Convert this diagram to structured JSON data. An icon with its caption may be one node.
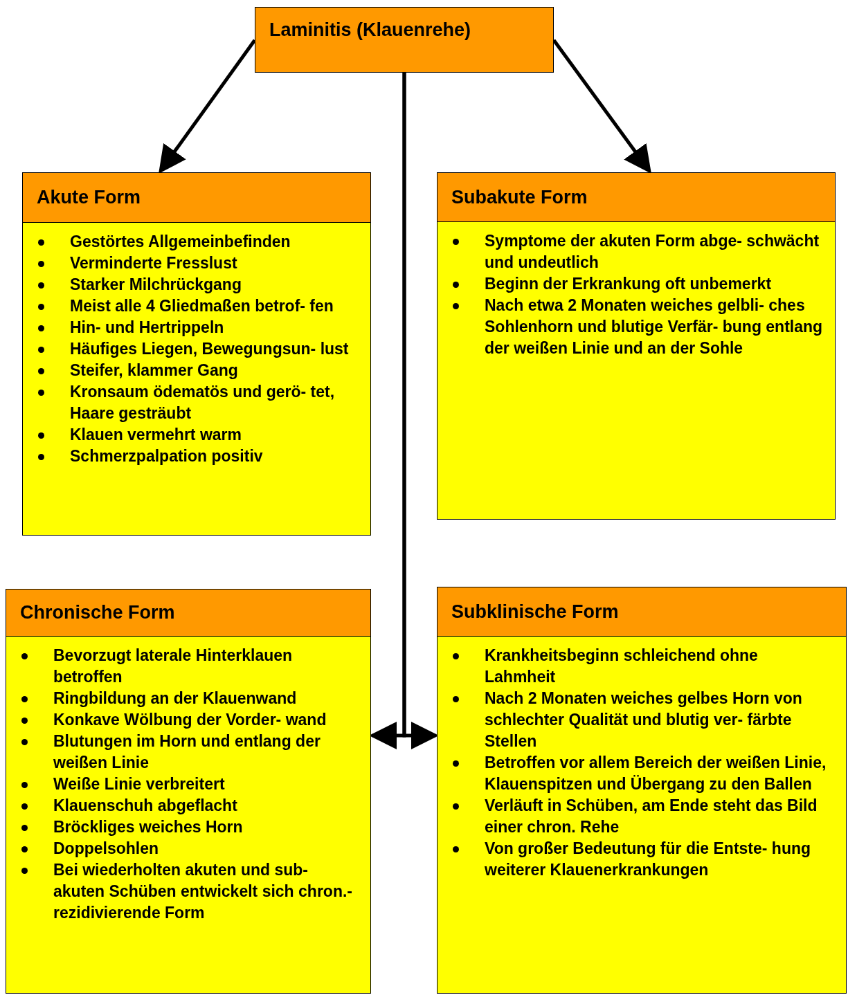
{
  "diagram": {
    "nodes": [
      {
        "text": [
          "Laminitis (Klauenrehe)"
        ]
      },
      {
        "text": [
          "Akute Form",
          "Gestörtes Allgemeinbefinden",
          "Verminderte Fresslust",
          "Starker Milchrückgang",
          "Meist alle 4 Gliedmaßen betrof- fen",
          "Hin- und Hertrippeln",
          "Häufiges Liegen, Bewegungsun- lust",
          "Steifer, klammer Gang",
          "Kronsaum ödematös und gerö- tet, Haare gesträubt",
          "Klauen vermehrt warm",
          "Schmerzpalpation positiv"
        ]
      },
      {
        "text": [
          "Subakute Form",
          "Symptome der akuten Form abge- schwächt und undeutlich",
          "Beginn der Erkrankung oft unbemerkt",
          "Nach etwa 2 Monaten weiches gelbli- ches Sohlenhorn und blutige Verfär- bung entlang der weißen Linie und an der Sohle"
        ]
      },
      {
        "text": [
          "Chronische Form",
          "Bevorzugt laterale Hinterklauen betroffen",
          "Ringbildung an der Klauenwand",
          "Konkave Wölbung der Vorder- wand",
          "Blutungen im Horn und entlang der weißen Linie",
          "Weiße Linie verbreitert",
          "Klauenschuh abgeflacht",
          "Bröckliges weiches Horn",
          "Doppelsohlen",
          "Bei wiederholten akuten und sub- akuten Schüben entwickelt sich chron.-rezidivierende Form"
        ]
      },
      {
        "text": [
          "Subklinische Form",
          "Krankheitsbeginn schleichend ohne Lahmheit",
          "Nach 2 Monaten weiches gelbes Horn von schlechter Qualität und blutig ver- färbte Stellen",
          "Betroffen vor allem Bereich der weißen Linie, Klauenspitzen und Übergang zu den Ballen",
          "Verläuft in Schüben, am Ende steht das Bild einer chron. Rehe",
          "Von großer Bedeutung für die Entste- hung weiterer Klauenerkrankungen"
        ]
      }
    ],
    "edges": [
      {
        "from": 0,
        "to": 1,
        "arrow": "to"
      },
      {
        "from": 0,
        "to": 2,
        "arrow": "to"
      },
      {
        "from": 0,
        "to": 3,
        "arrow": "to"
      },
      {
        "from": 0,
        "to": 4,
        "arrow": "to"
      }
    ]
  }
}
